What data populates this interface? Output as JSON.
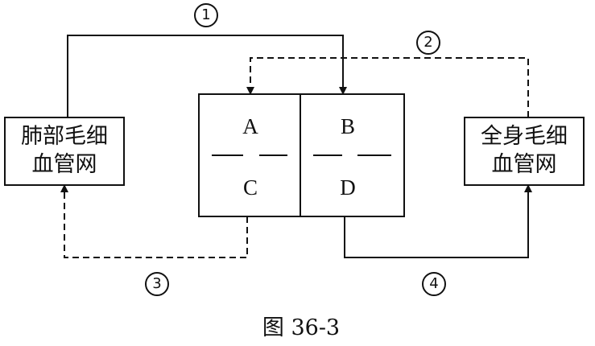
{
  "left_box": {
    "line1": "肺部毛细",
    "line2": "血管网"
  },
  "right_box": {
    "line1": "全身毛细",
    "line2": "血管网"
  },
  "heart": {
    "chamber_a": "A",
    "chamber_b": "B",
    "chamber_c": "C",
    "chamber_d": "D"
  },
  "pathways": {
    "p1": "1",
    "p2": "2",
    "p3": "3",
    "p4": "4"
  },
  "caption": "图 36-3"
}
